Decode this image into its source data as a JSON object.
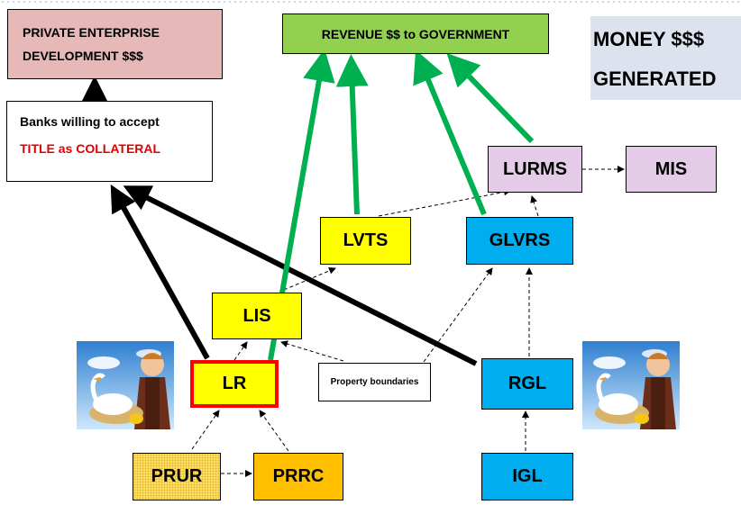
{
  "nodes": {
    "private_enterprise": {
      "line1": "PRIVATE ENTERPRISE",
      "line2": "DEVELOPMENT $$$",
      "color": "#e6b8b8"
    },
    "revenue": {
      "label": "REVENUE $$ to GOVERNMENT",
      "color": "#92d050"
    },
    "money": {
      "line1": "MONEY $$$",
      "line2": "GENERATED",
      "color": "#dde3ee"
    },
    "banks": {
      "line1": "Banks willing to accept",
      "line2": "TITLE as COLLATERAL",
      "line2_color": "#e00000"
    },
    "lurms": {
      "label": "LURMS",
      "color": "#e4cce8"
    },
    "mis": {
      "label": "MIS",
      "color": "#e4cce8"
    },
    "lvts": {
      "label": "LVTS",
      "color": "#ffff00"
    },
    "glvrs": {
      "label": "GLVRS",
      "color": "#00aeef"
    },
    "lis": {
      "label": "LIS",
      "color": "#ffff00"
    },
    "lr": {
      "label": "LR",
      "color": "#ffff00",
      "border_color": "#ff0000"
    },
    "property": {
      "label": "Property boundaries"
    },
    "rgl": {
      "label": "RGL",
      "color": "#00aeef"
    },
    "prur": {
      "label": "PRUR",
      "color": "#ffe066"
    },
    "prrc": {
      "label": "PRRC",
      "color": "#ffc000"
    },
    "igl": {
      "label": "IGL",
      "color": "#00aeef"
    }
  },
  "colors": {
    "green_arrow": "#00b050",
    "black_arrow": "#000000"
  },
  "icons": [
    "farmer-goose-golden-egg-icon"
  ]
}
